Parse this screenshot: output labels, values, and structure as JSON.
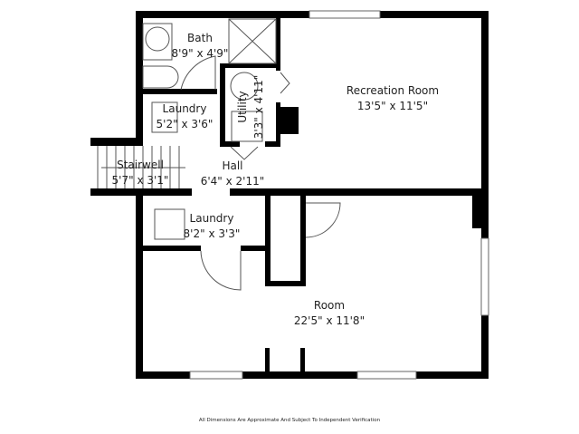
{
  "rooms": [
    {
      "name": "Bath",
      "dims": "8'9\" x 4'9\""
    },
    {
      "name": "Laundry",
      "dims": "5'2\" x 3'6\""
    },
    {
      "name": "Utility",
      "dims": "3'3\" x 4'11\""
    },
    {
      "name": "Recreation Room",
      "dims": "13'5\" x 11'5\""
    },
    {
      "name": "Stairwell",
      "dims": "5'7\" x 3'1\""
    },
    {
      "name": "Hall",
      "dims": "6'4\" x 2'11\""
    },
    {
      "name": "Laundry",
      "dims": "8'2\" x 3'3\""
    },
    {
      "name": "Room",
      "dims": "22'5\" x 11'8\""
    }
  ],
  "footer": "All Dimensions Are Approximate And Subject To Independent Verification"
}
